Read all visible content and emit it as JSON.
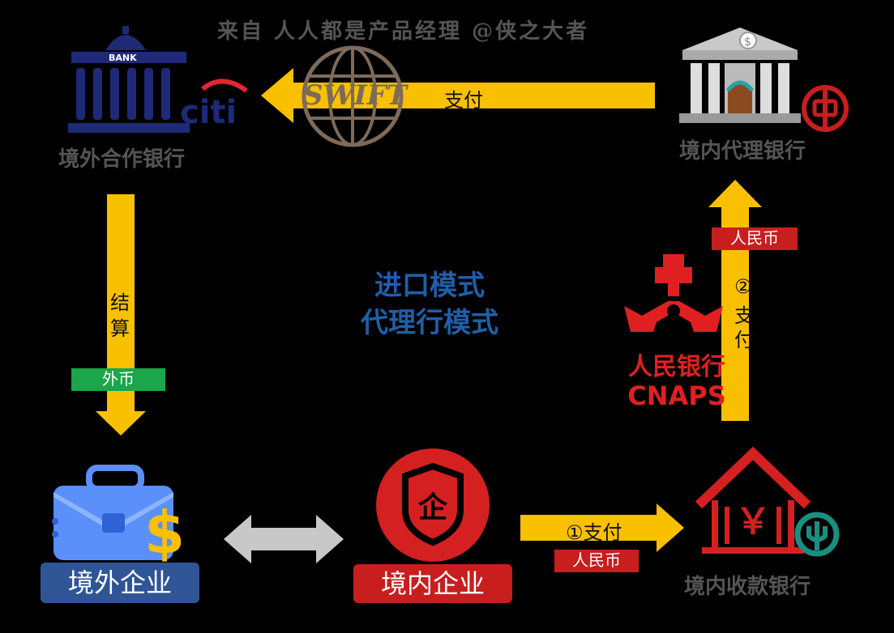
{
  "watermark": "来自 人人都是产品经理 @侠之大者",
  "title": {
    "line1": "进口模式",
    "line2": "代理行模式"
  },
  "nodes": {
    "overseas_bank": {
      "label": "境外合作银行",
      "bank_word": "BANK",
      "brand": "citi"
    },
    "domestic_agent_bank": {
      "label": "境内代理银行"
    },
    "overseas_company": {
      "label": "境外企业"
    },
    "domestic_company": {
      "label": "境内企业",
      "icon_char": "企"
    },
    "domestic_receiving_bank": {
      "label": "境内收款银行",
      "icon_char": "￥"
    },
    "pboc": {
      "line1": "人民银行",
      "line2": "CNAPS"
    }
  },
  "swift": {
    "text": "SWIFT"
  },
  "arrows": {
    "top": {
      "text": "支付"
    },
    "left": {
      "text1": "结",
      "text2": "算",
      "tag": "外币"
    },
    "right": {
      "num": "②",
      "text1": "支",
      "text2": "付",
      "tag": "人民币"
    },
    "bottom": {
      "text": "①支付",
      "tag": "人民币"
    }
  },
  "colors": {
    "arrow": "#f9c000",
    "blue_title": "#1f5fa8",
    "red": "#d42020",
    "green": "#1aa64a",
    "navy": "#1e2a78",
    "blue_badge": "#2f5597"
  }
}
